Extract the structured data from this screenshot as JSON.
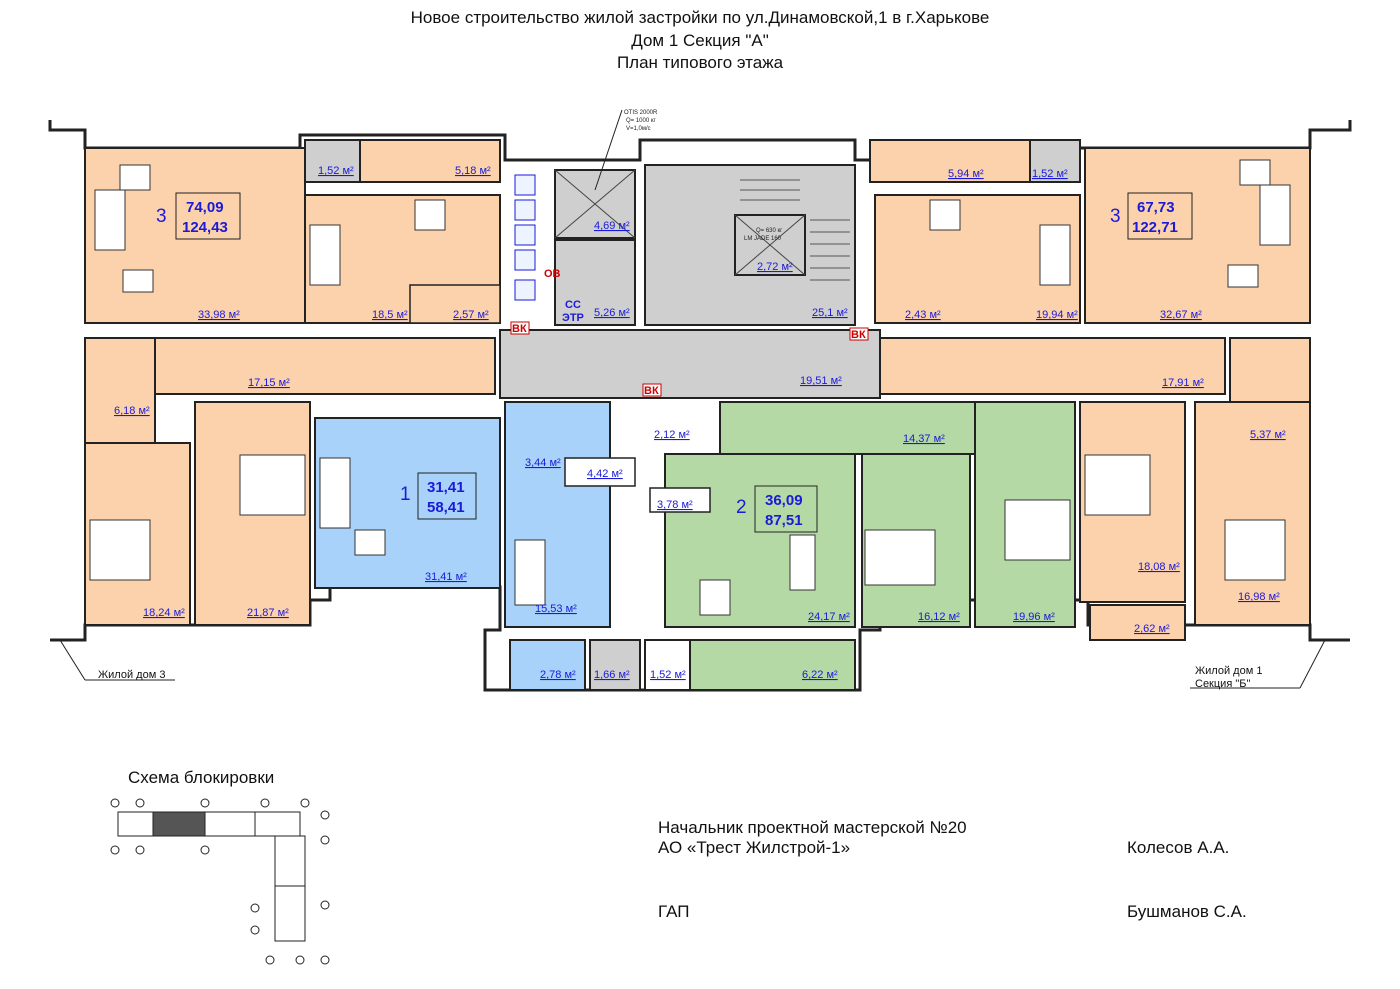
{
  "header": {
    "line1": "Новое строительство жилой застройки по ул.Динамовской,1 в г.Харькове",
    "line2": "Дом 1 Секция \"А\"",
    "line3": "План типового этажа"
  },
  "elevator": {
    "model": "OTIS 2000R",
    "capacity": "Q= 1000 кг",
    "speed": "V=1,0м/с",
    "lift2": "Q= 630 кг",
    "lift2_model": "LM JADE 160"
  },
  "apartments": {
    "a1": {
      "rooms": "1",
      "living": "31,41",
      "total": "58,41"
    },
    "a2": {
      "rooms": "2",
      "living": "36,09",
      "total": "87,51"
    },
    "a3l": {
      "rooms": "3",
      "living": "74,09",
      "total": "124,43"
    },
    "a3r": {
      "rooms": "3",
      "living": "67,73",
      "total": "122,71"
    }
  },
  "areas": {
    "r1": "1,52 м²",
    "r2": "5,18 м²",
    "r3": "33,98 м²",
    "r4": "18,5 м²",
    "r5": "2,57 м²",
    "r6": "4,69 м²",
    "r7": "5,26 м²",
    "r8": "2,72 м²",
    "r9": "25,1 м²",
    "r10": "5,94 м²",
    "r11": "1,52 м²",
    "r12": "2,43 м²",
    "r13": "19,94 м²",
    "r14": "32,67 м²",
    "r15": "17,15 м²",
    "r16": "6,18 м²",
    "r17": "19,51 м²",
    "r18": "17,91 м²",
    "r19": "5,37 м²",
    "r20": "3,44 м²",
    "r21": "4,42 м²",
    "r22": "2,12 м²",
    "r23": "3,78 м²",
    "r24": "14,37 м²",
    "r25": "18,24 м²",
    "r26": "21,87 м²",
    "r27": "31,41 м²",
    "r28": "15,53 м²",
    "r29": "24,17 м²",
    "r30": "16,12 м²",
    "r31": "19,96 м²",
    "r32": "18,08 м²",
    "r33": "16,98 м²",
    "r34": "2,62 м²",
    "r35": "2,78 м²",
    "r36": "1,66 м²",
    "r37": "1,52 м²",
    "r38": "6,22 м²"
  },
  "marks": {
    "vk": "ВК",
    "ov": "ОВ",
    "ss": "СС",
    "etr": "ЭТР"
  },
  "neighbors": {
    "left": "Жилой дом 3",
    "right1": "Жилой дом 1",
    "right2": "Секция \"Б\""
  },
  "scheme": {
    "title": "Схема блокировки"
  },
  "signatures": {
    "role1": "Начальник проектной мастерской №20",
    "org": "АО «Трест Жилстрой-1»",
    "name1": "Колесов А.А.",
    "role2": "ГАП",
    "name2": "Бушманов С.А."
  },
  "colors": {
    "apt3": "#fcd2ac",
    "apt1": "#a9d2fb",
    "apt2": "#b5d9a4",
    "common": "#cfcfcf",
    "wall": "#222222",
    "label": "#1a1ad9"
  }
}
